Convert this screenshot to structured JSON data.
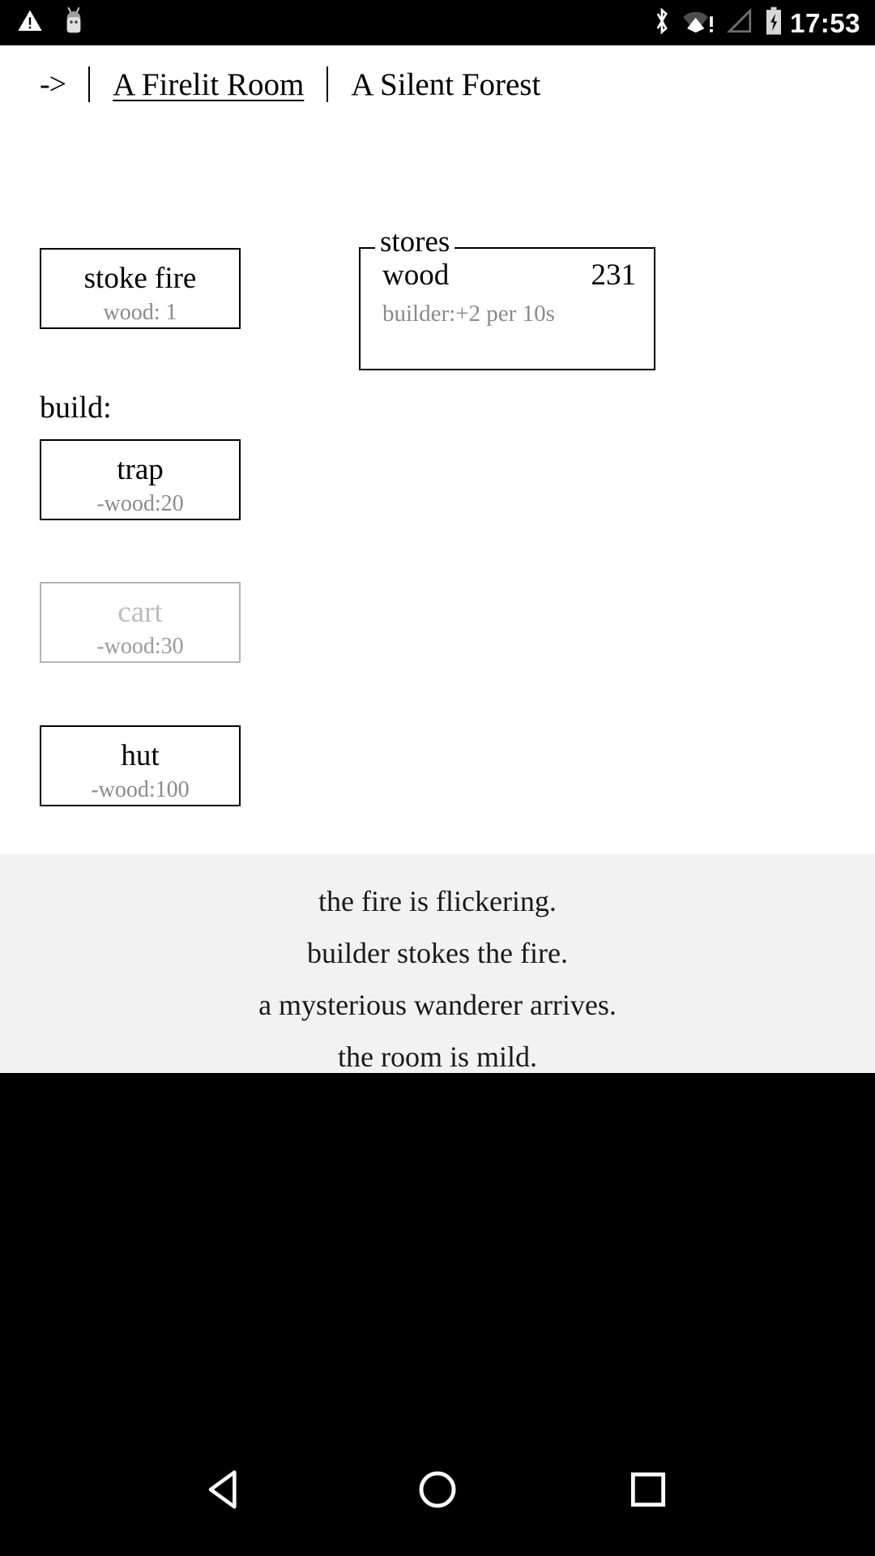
{
  "status_bar": {
    "icons_left": [
      "warning-triangle-icon",
      "android-robot-icon"
    ],
    "icons_right": [
      "bluetooth-icon",
      "wifi-alert-icon",
      "cell-signal-icon",
      "battery-charging-icon"
    ],
    "clock": "17:53",
    "background_color": "#000000",
    "foreground_color": "#ffffff"
  },
  "header": {
    "arrow": "->",
    "separator": "|",
    "tabs": [
      {
        "label": "A Firelit Room",
        "active": true
      },
      {
        "label": "A Silent Forest",
        "active": false
      }
    ]
  },
  "actions": {
    "stoke_fire": {
      "title": "stoke fire",
      "cost": "wood: 1",
      "enabled": true
    }
  },
  "build": {
    "label": "build:",
    "items": [
      {
        "title": "trap",
        "cost": "-wood:20",
        "enabled": true
      },
      {
        "title": "cart",
        "cost": "-wood:30",
        "enabled": false
      },
      {
        "title": "hut",
        "cost": "-wood:100",
        "enabled": true
      }
    ]
  },
  "stores": {
    "legend": "stores",
    "rows": [
      {
        "name": "wood",
        "value": "231",
        "note": "builder:+2 per 10s"
      }
    ]
  },
  "notifications": {
    "messages": [
      "the fire is flickering.",
      "builder stokes the fire.",
      "a mysterious wanderer arrives.",
      "the room is mild."
    ],
    "background_color": "#f2f2f2"
  },
  "nav_bar": {
    "buttons": [
      {
        "name": "back-icon"
      },
      {
        "name": "home-icon"
      },
      {
        "name": "recents-icon"
      }
    ]
  },
  "colors": {
    "text": "#000000",
    "muted_text": "#8a8a8a",
    "disabled_text": "#bdbdbd",
    "border": "#000000",
    "disabled_border": "#b4b4b4",
    "page_bg": "#ffffff"
  }
}
